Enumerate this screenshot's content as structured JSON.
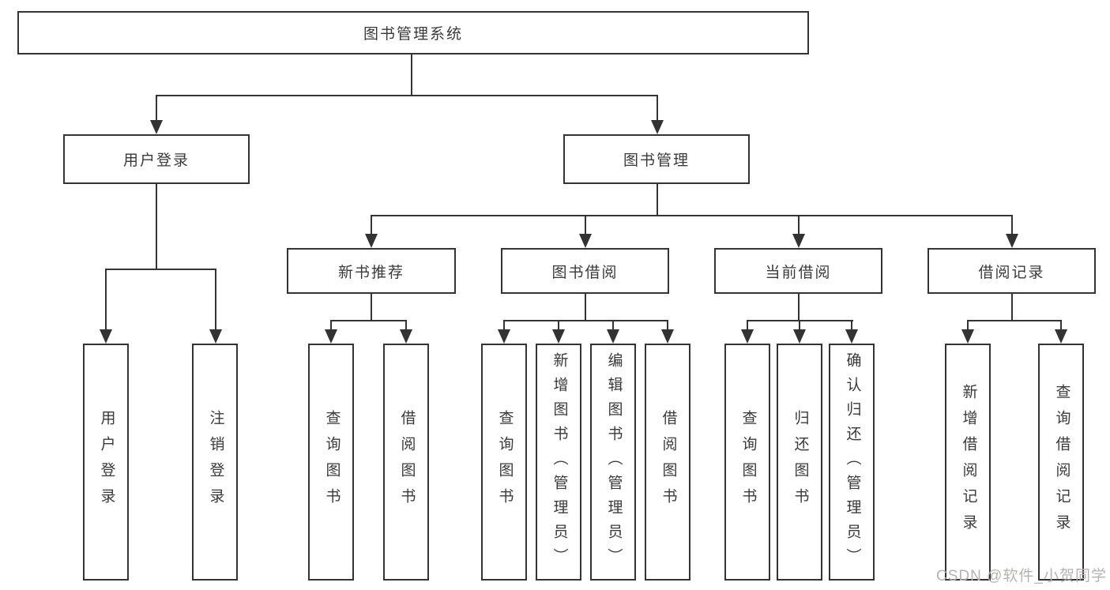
{
  "diagram": {
    "root": {
      "label": "图书管理系统"
    },
    "branches": {
      "user_login": {
        "label": "用户登录",
        "children": [
          "用户登录",
          "注销登录"
        ]
      },
      "book_management": {
        "label": "图书管理"
      }
    },
    "modules": [
      {
        "label": "新书推荐",
        "children": [
          "查询图书",
          "借阅图书"
        ]
      },
      {
        "label": "图书借阅",
        "children": [
          "查询图书",
          "新增图书（管理员）",
          "编辑图书（管理员）",
          "借阅图书"
        ]
      },
      {
        "label": "当前借阅",
        "children": [
          "查询图书",
          "归还图书",
          "确认归还（管理员）"
        ]
      },
      {
        "label": "借阅记录",
        "children": [
          "新增借阅记录",
          "查询借阅记录"
        ]
      }
    ],
    "watermark": "CSDN @软件_小贺同学",
    "colors": {
      "line": "#333333",
      "box_border": "#333333",
      "text": "#3a3a3a",
      "watermark": "#b9b1b1",
      "background": "#ffffff"
    }
  }
}
